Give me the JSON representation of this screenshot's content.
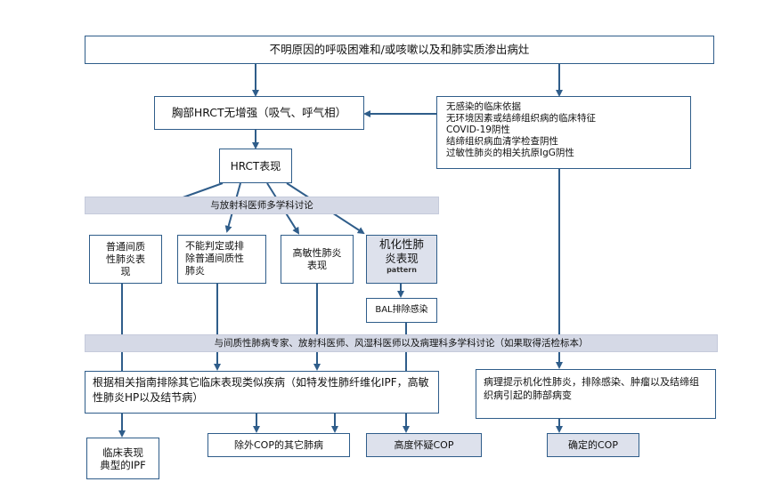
{
  "nodes": {
    "top": "不明原因的呼吸困难和/或咳嗽以及和肺实质渗出病灶",
    "hrct_scan": "胸部HRCT无增强（吸气、呼气相）",
    "criteria": "无感染的临床依据\n无环境因素或结缔组织病的临床特征\nCOVID-19阴性\n结缔组织病血清学检查阴性\n过敏性肺炎的相关抗原IgG阴性",
    "hrct_findings": "HRCT表现",
    "band_radiology": "与放射科医师多学科讨论",
    "uip": "普通间质\n性肺炎表\n现",
    "indeterminate": "不能判定或排\n除普通间质性\n肺炎",
    "hp": "高敏性肺炎\n表现",
    "op_title": "机化性肺\n炎表现",
    "op_sub": "pattern",
    "bal": "BAL排除感染",
    "band_mdd": "与间质性肺病专家、放射科医师、风湿科医师以及病理科多学科讨论（如果取得活检标本）",
    "guideline": "根据相关指南排除其它临床表现类似疾病（如特发性肺纤维化IPF，高敏性肺炎HP以及结节病）",
    "pathology": "病理提示机化性肺炎，排除感染、肿瘤以及结缔组织病引起的肺部病变",
    "typical_ipf": "临床表现\n典型的IPF",
    "other_disease": "除外COP的其它肺病",
    "suspected_cop": "高度怀疑COP",
    "confirmed_cop": "确定的COP"
  },
  "colors": {
    "border": "#2f5d8a",
    "arrow": "#2f5d8a",
    "band": "#d5d9e6",
    "shaded": "#dde1ec"
  }
}
